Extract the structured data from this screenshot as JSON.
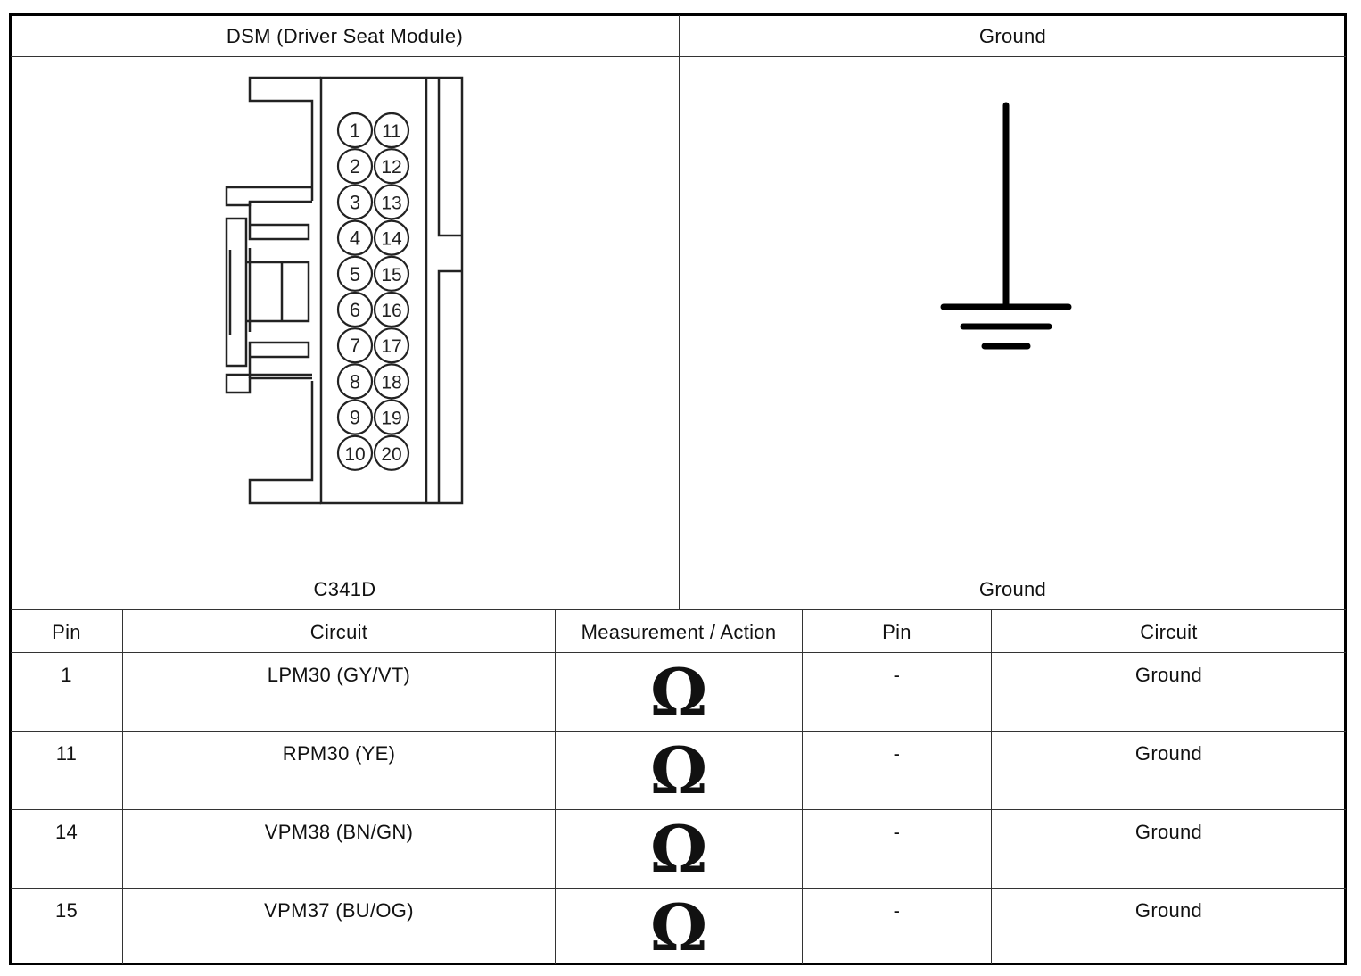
{
  "header": {
    "left_title": "DSM (Driver Seat Module)",
    "right_title": "Ground"
  },
  "connector": {
    "pins_left": [
      "1",
      "2",
      "3",
      "4",
      "5",
      "6",
      "7",
      "8",
      "9",
      "10"
    ],
    "pins_right": [
      "11",
      "12",
      "13",
      "14",
      "15",
      "16",
      "17",
      "18",
      "19",
      "20"
    ]
  },
  "subheader": {
    "left_label": "C341D",
    "right_label": "Ground"
  },
  "table": {
    "columns": [
      "Pin",
      "Circuit",
      "Measurement / Action",
      "Pin",
      "Circuit"
    ],
    "rows": [
      {
        "pin": "1",
        "circuit": "LPM30 (GY/VT)",
        "measurement_icon": "ohm-symbol",
        "to_pin": "-",
        "to_circuit": "Ground"
      },
      {
        "pin": "11",
        "circuit": "RPM30 (YE)",
        "measurement_icon": "ohm-symbol",
        "to_pin": "-",
        "to_circuit": "Ground"
      },
      {
        "pin": "14",
        "circuit": "VPM38 (BN/GN)",
        "measurement_icon": "ohm-symbol",
        "to_pin": "-",
        "to_circuit": "Ground"
      },
      {
        "pin": "15",
        "circuit": "VPM37 (BU/OG)",
        "measurement_icon": "ohm-symbol",
        "to_pin": "-",
        "to_circuit": "Ground"
      }
    ]
  }
}
